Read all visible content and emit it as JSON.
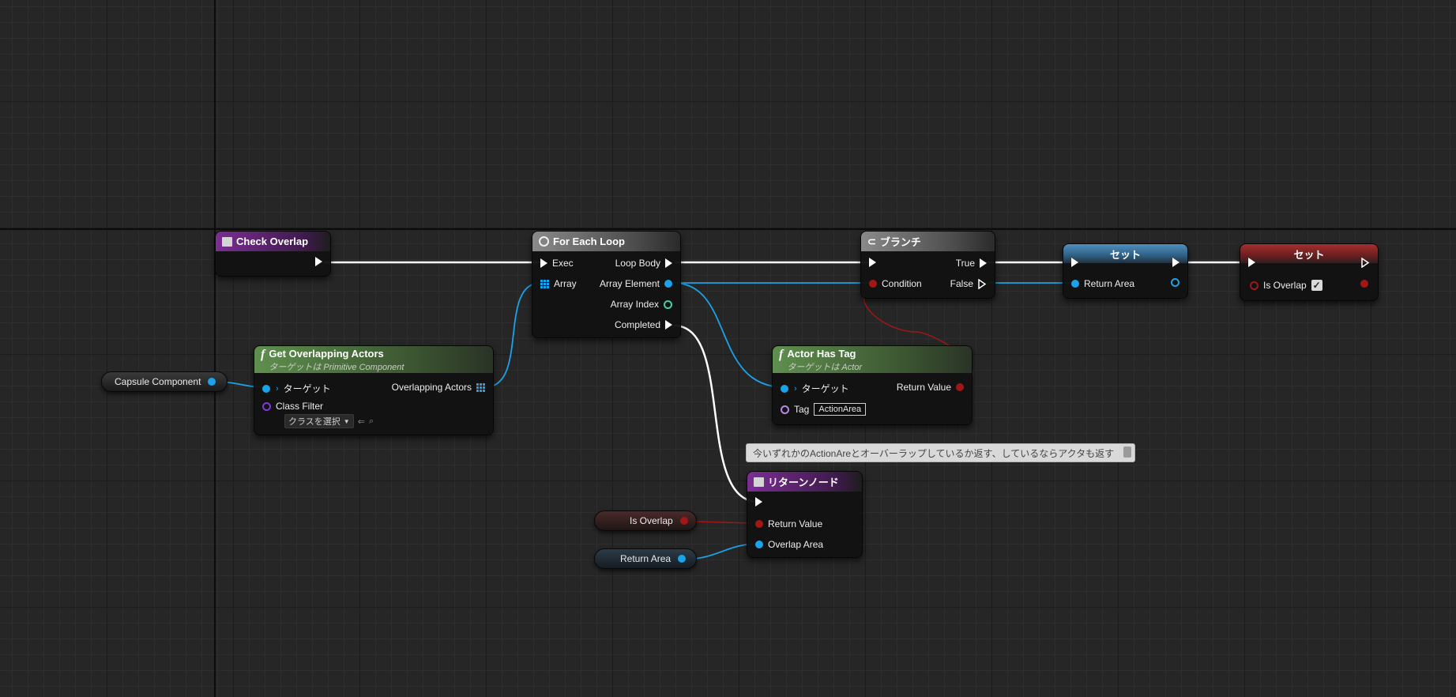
{
  "nodes": {
    "check_overlap": {
      "title": "Check Overlap"
    },
    "for_each": {
      "title": "For Each Loop",
      "exec": "Exec",
      "array": "Array",
      "loop_body": "Loop Body",
      "array_element": "Array Element",
      "array_index": "Array Index",
      "completed": "Completed"
    },
    "branch": {
      "title": "ブランチ",
      "condition": "Condition",
      "true_label": "True",
      "false_label": "False"
    },
    "set_return": {
      "title": "セット",
      "pin": "Return Area"
    },
    "set_overlap": {
      "title": "セット",
      "pin": "Is Overlap",
      "checked": "✓"
    },
    "get_overlapping": {
      "title": "Get Overlapping Actors",
      "subtitle": "ターゲットは Primitive Component",
      "target": "ターゲット",
      "class_filter": "Class Filter",
      "class_select": "クラスを選択",
      "output": "Overlapping Actors"
    },
    "actor_has_tag": {
      "title": "Actor Has Tag",
      "subtitle": "ターゲットは Actor",
      "target": "ターゲット",
      "return_value": "Return Value",
      "tag": "Tag",
      "tag_value": "ActionArea"
    },
    "return_node": {
      "title": "リターンノード",
      "return_value": "Return Value",
      "overlap_area": "Overlap Area"
    }
  },
  "variables": {
    "capsule": "Capsule Component",
    "is_overlap": "Is Overlap",
    "return_area": "Return Area"
  },
  "comment": "今いずれかのActionAreとオーバーラップしているか返す、しているならアクタも返す",
  "colors": {
    "exec": "#ffffff",
    "object": "#1aa3e8",
    "bool": "#a31616",
    "int": "#3dd3a2",
    "class": "#7b3bd6",
    "name": "#b68ae0"
  }
}
